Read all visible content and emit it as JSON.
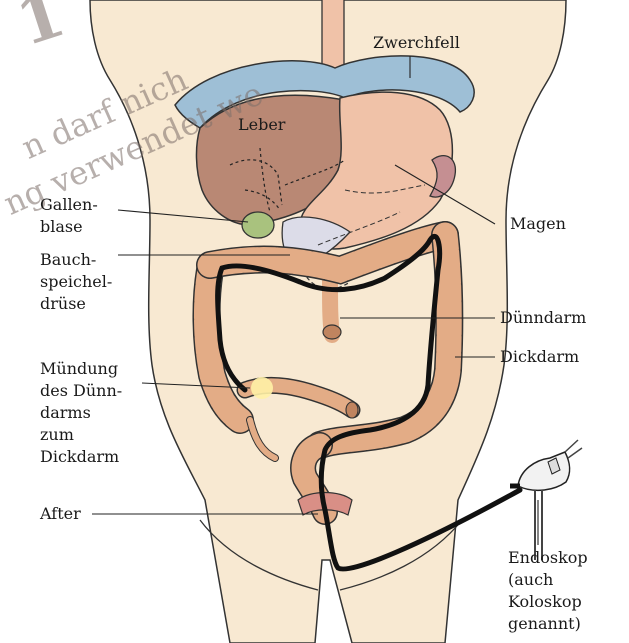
{
  "watermark": {
    "line1": "n darf nich",
    "line2": "ng verwendet we",
    "digit": "1",
    "color": "#7d6f6a"
  },
  "labels": {
    "zwerchfell": "Zwerchfell",
    "leber": "Leber",
    "gallenblase": [
      "Gallen-",
      "blase"
    ],
    "magen": "Magen",
    "bauchspeicheldruese": [
      "Bauch-",
      "speichel-",
      "drüse"
    ],
    "duenndarm": "Dünndarm",
    "dickdarm": "Dickdarm",
    "muendung": [
      "Mündung",
      "des Dünn-",
      "darms",
      "zum",
      "Dickdarm"
    ],
    "after": "After",
    "endoskop": [
      "Endoskop",
      "(auch",
      "Koloskop",
      "genannt)"
    ]
  },
  "colors": {
    "skin": "#f8e9d2",
    "liver": "#b98874",
    "stomach": "#f0c2a8",
    "colon": "#e3ac86",
    "diaphragm": "#9ebfd6",
    "gallbladder": "#a9c27e",
    "pancreas": "#dcdce8",
    "endoscope": "#111111"
  }
}
